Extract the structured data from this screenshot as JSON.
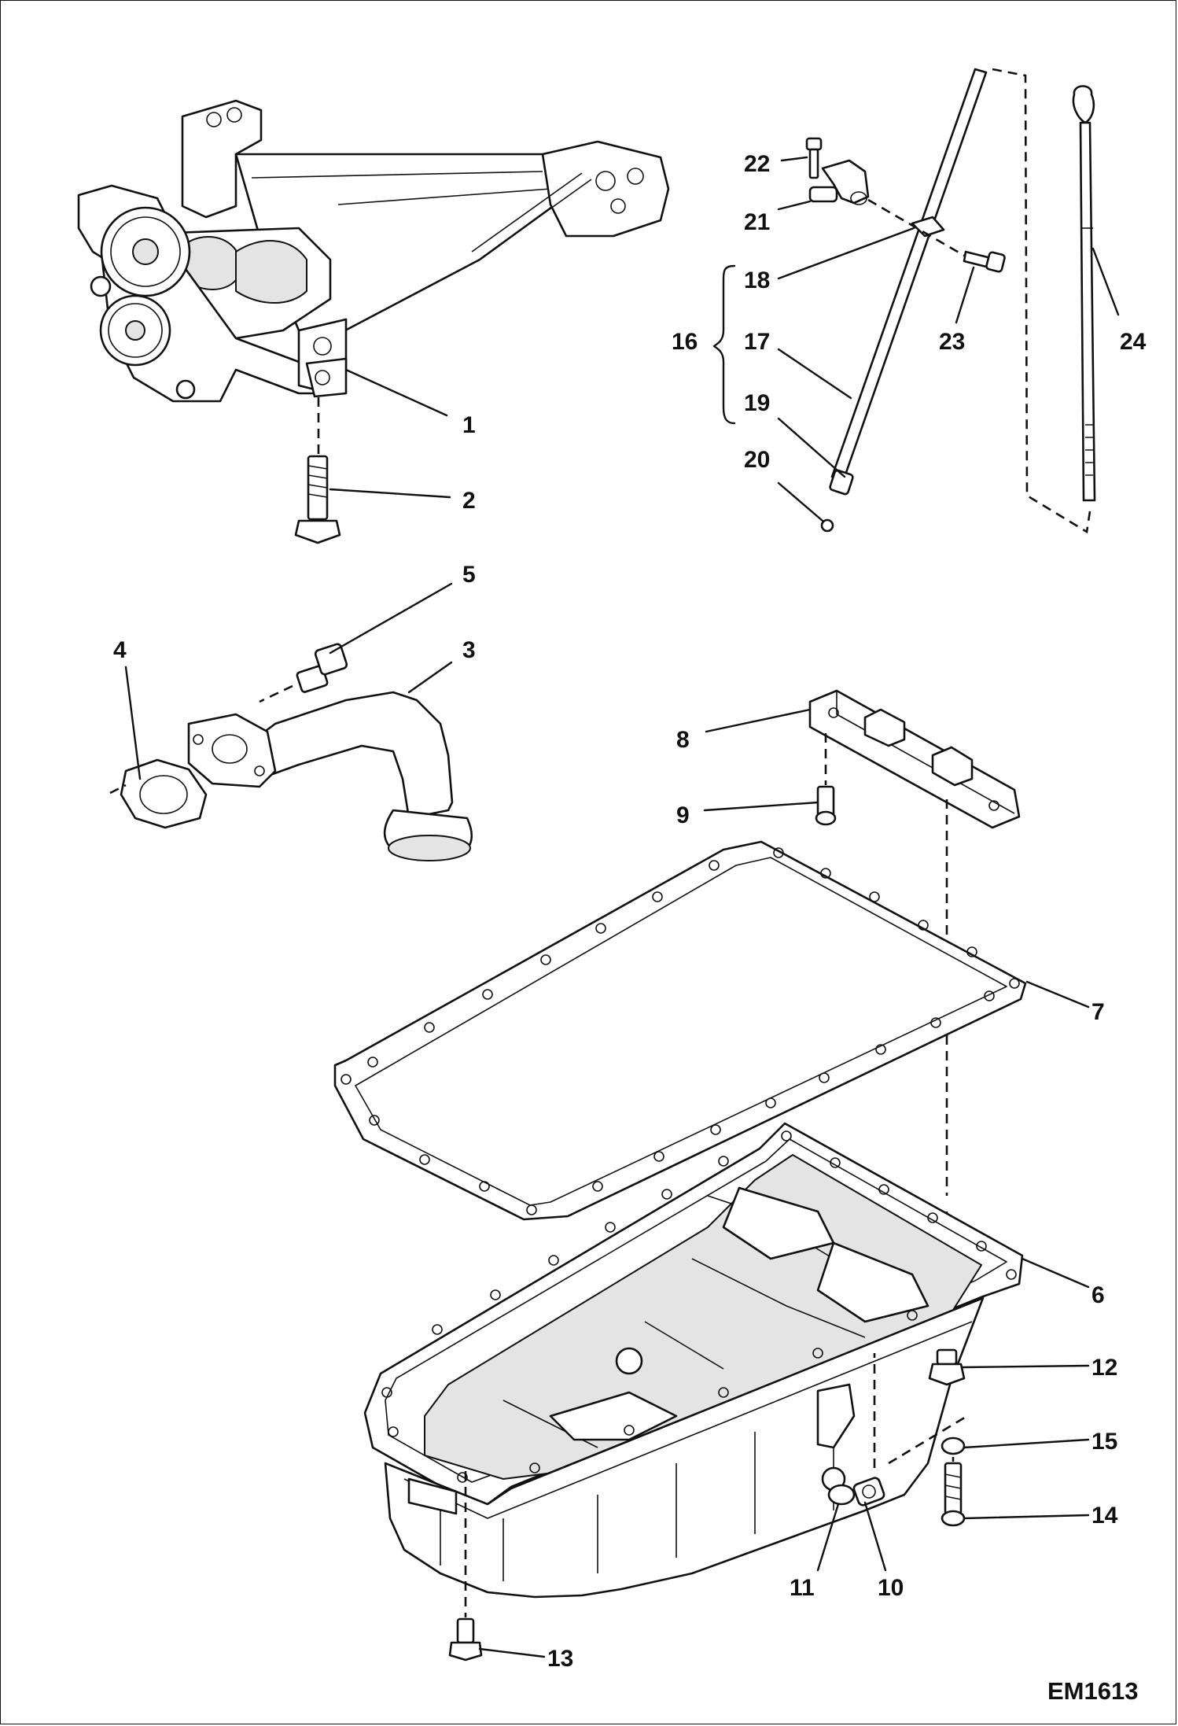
{
  "diagram": {
    "drawing_code": "EM1613",
    "callouts": [
      "1",
      "2",
      "3",
      "4",
      "5",
      "6",
      "7",
      "8",
      "9",
      "10",
      "11",
      "12",
      "13",
      "14",
      "15",
      "16",
      "17",
      "18",
      "19",
      "20",
      "21",
      "22",
      "23",
      "24"
    ]
  }
}
